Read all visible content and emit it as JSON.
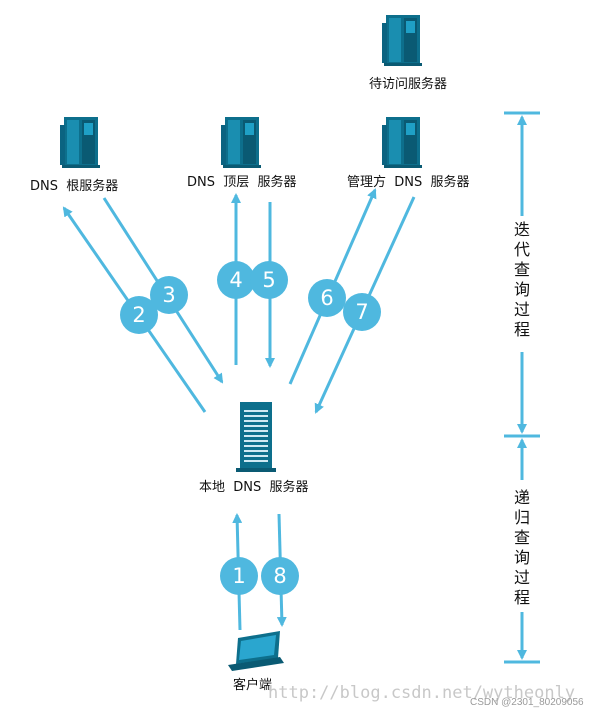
{
  "nodes": {
    "target_server": "待访问服务器",
    "root_server": "DNS  根服务器",
    "tld_server": "DNS  顶层  服务器",
    "authoritative_server": "管理方  DNS  服务器",
    "local_server": "本地  DNS  服务器",
    "client": "客户端"
  },
  "steps": [
    "1",
    "2",
    "3",
    "4",
    "5",
    "6",
    "7",
    "8"
  ],
  "phases": {
    "iterative": [
      "迭",
      "代",
      "查",
      "询",
      "过",
      "程"
    ],
    "recursive": [
      "递",
      "归",
      "查",
      "询",
      "过",
      "程"
    ]
  },
  "watermark": "http://blog.csdn.net/wytheonly",
  "credit": "CSDN @2301_80209056",
  "colors": {
    "arrow": "#4fb8df",
    "server_dark": "#0d6f8c",
    "server_light": "#1a8eb0"
  }
}
